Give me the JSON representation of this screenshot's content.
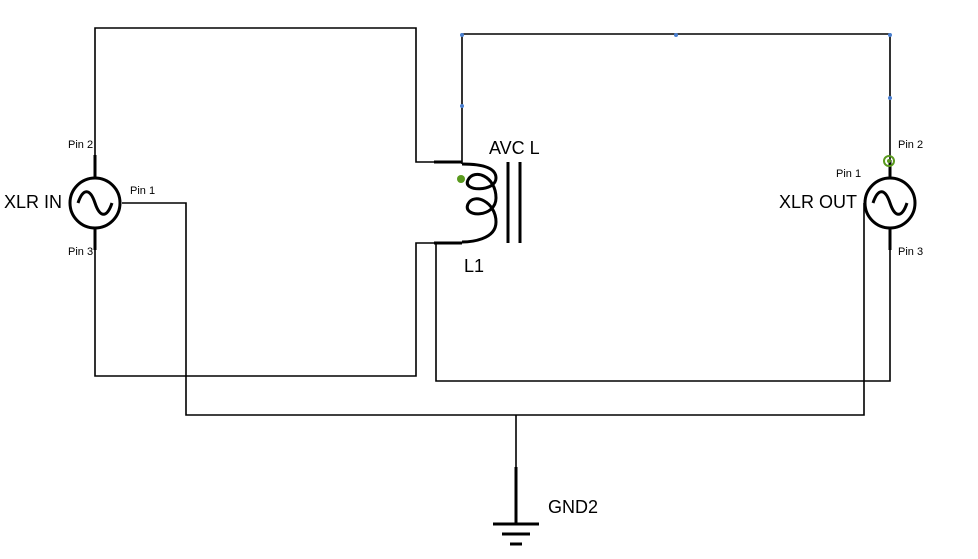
{
  "colors": {
    "wire": "#000000",
    "node_highlight": "#5a9a1e",
    "junction_dot": "#4a7fd0",
    "background": "#ffffff"
  },
  "components": {
    "xlr_in": {
      "label": "XLR IN",
      "pin2": "Pin 2",
      "pin1": "Pin 1",
      "pin3": "Pin 3",
      "icon": "ac-source-icon"
    },
    "xlr_out": {
      "label": "XLR OUT",
      "pin2": "Pin 2",
      "pin1": "Pin 1",
      "pin3": "Pin 3",
      "icon": "ac-source-icon"
    },
    "inductor": {
      "type_label": "AVC L",
      "ref_label": "L1",
      "icon": "iron-core-inductor-icon"
    },
    "ground": {
      "label": "GND2",
      "icon": "ground-icon"
    }
  }
}
